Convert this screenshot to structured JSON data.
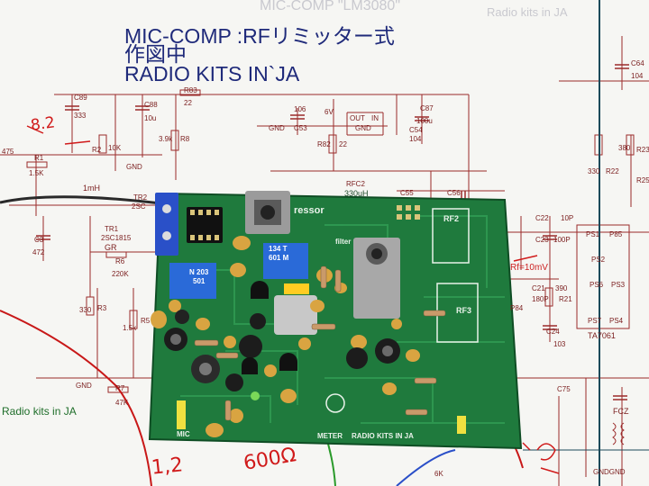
{
  "header": {
    "line1": "MIC-COMP :RFリミッター式",
    "line2": "作図中",
    "line3": "RADIO KITS IN`JA"
  },
  "ghost_text": {
    "top_mid": "MIC-COMP \"LM3080\"",
    "top_right": "Radio kits in JA"
  },
  "schematic_labels": {
    "c89": "C89",
    "v333": "333",
    "c88": "C88",
    "v10u": "10u",
    "r83": "R83",
    "v22": "22",
    "r1": "R1",
    "v1_5k": "1.5K",
    "r2": "R2",
    "v10k": "10K",
    "v3_9k": "3.9k",
    "r8": "R8",
    "gnd1": "GND",
    "gnd2": "GND",
    "gnd3": "GND",
    "v106": "106",
    "c53": "C53",
    "v6v": "6V",
    "out": "OUT",
    "in": "IN",
    "r82": "R82",
    "v22b": "22",
    "c87": "C87",
    "v100u": "100u",
    "c54": "C54",
    "v104": "104",
    "mh1": "1mH",
    "tr2": "TR2",
    "v2sc": "2SC",
    "tr1": "TR1",
    "v2sc1815": "2SC1815",
    "gr": "GR",
    "c3": "C3",
    "v472": "472",
    "r6": "R6",
    "v220k": "220K",
    "v330": "330",
    "r3": "R3",
    "r5": "R5",
    "v1_5kb": "1.5k",
    "r7": "R7",
    "v47k": "47K",
    "gnd4": "GND",
    "v475": "475",
    "rfc2": "RFC2",
    "v330uh": "330uH",
    "c55": "C55",
    "c56": "C56",
    "c22": "C22",
    "v10p": "10P",
    "c23": "C23",
    "v100p": "100P",
    "rf_eq": "Rf=10mV",
    "c21": "C21",
    "v18p": "180P",
    "r21": "R21",
    "v390": "390",
    "c24": "C24",
    "v103": "103",
    "p84": "P84",
    "v330b": "330",
    "r22": "R22",
    "v380": "380",
    "r23": "R23",
    "r25": "R25",
    "c64": "C64",
    "v104b": "104",
    "ps1": "PS1",
    "p85": "P85",
    "ps2": "PS2",
    "ps6": "PS6",
    "ps3": "PS3",
    "ps7": "PS7",
    "ps4": "PS4",
    "ta7061": "TA7061",
    "c75": "C75",
    "fcz": "FCZ",
    "gnd_gnd": "GNDGND",
    "v6k": "6K",
    "hand_82": "8.2",
    "hand_12": "1,2",
    "hand_600": "600Ω"
  },
  "board_silkscreen": {
    "title": "ressor",
    "filter": "filter",
    "rf2": "RF2",
    "rf3": "RF3",
    "mic": "MIC",
    "meter": "METER",
    "brand": "RADIO KITS IN JA",
    "coil1_a": "134 T",
    "coil1_b": "601 M",
    "coil2_a": "N 203",
    "coil2_b": "501"
  },
  "caption": "Radio kits in JA",
  "colors": {
    "paper": "#f6f6f3",
    "schematic_line": "#9b2a2a",
    "heading_blue": "#1f2a7a",
    "pcb_green": "#1f7a3d",
    "capacitor_yellow": "#d9a441",
    "handwriting_red": "#d01a1a"
  }
}
